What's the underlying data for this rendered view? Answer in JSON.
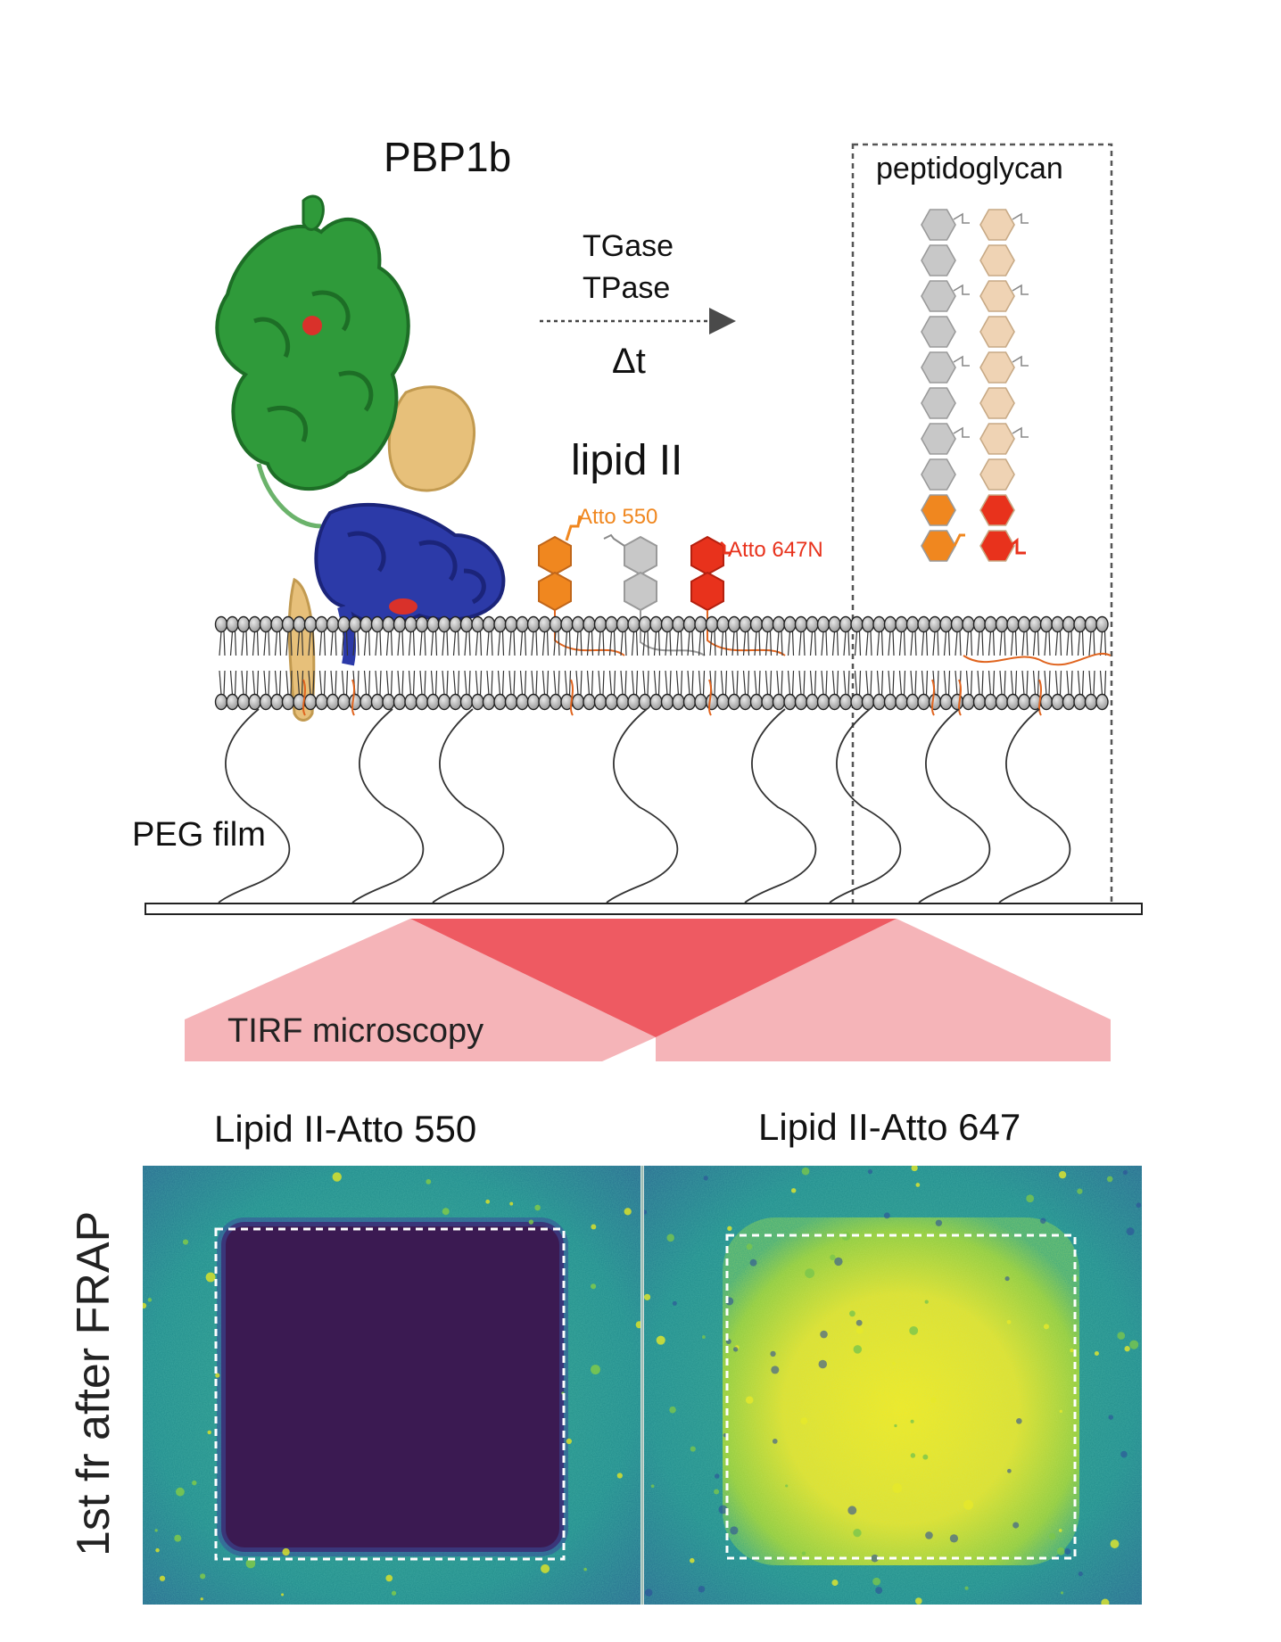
{
  "labels": {
    "pbp1b": "PBP1b",
    "tgase": "TGase",
    "tpase": "TPase",
    "delta_t": "Δt",
    "lipid_ii": "lipid II",
    "atto550": "Atto 550",
    "atto647n": "Atto 647N",
    "peptidoglycan": "peptidoglycan",
    "peg_film": "PEG film",
    "tirf": "TIRF microscopy",
    "panel_left_title": "Lipid II-Atto 550",
    "panel_right_title": "Lipid II-Atto 647",
    "row_label": "1st fr after FRAP"
  },
  "colors": {
    "protein_green": "#2f9a3a",
    "protein_blue": "#2c3aa8",
    "protein_tan": "#e7c07a",
    "atto550_orange": "#f0871f",
    "atto647_red": "#e8321c",
    "glycan_grey": "#c8c8c8",
    "glycan_tan": "#efd3b4",
    "tirf_light": "#f5b4b8",
    "tirf_dark": "#ee5a62",
    "viridis_dark": "#3b1a52",
    "viridis_mid": "#1f8a8c",
    "viridis_yellow": "#f6e51c"
  }
}
